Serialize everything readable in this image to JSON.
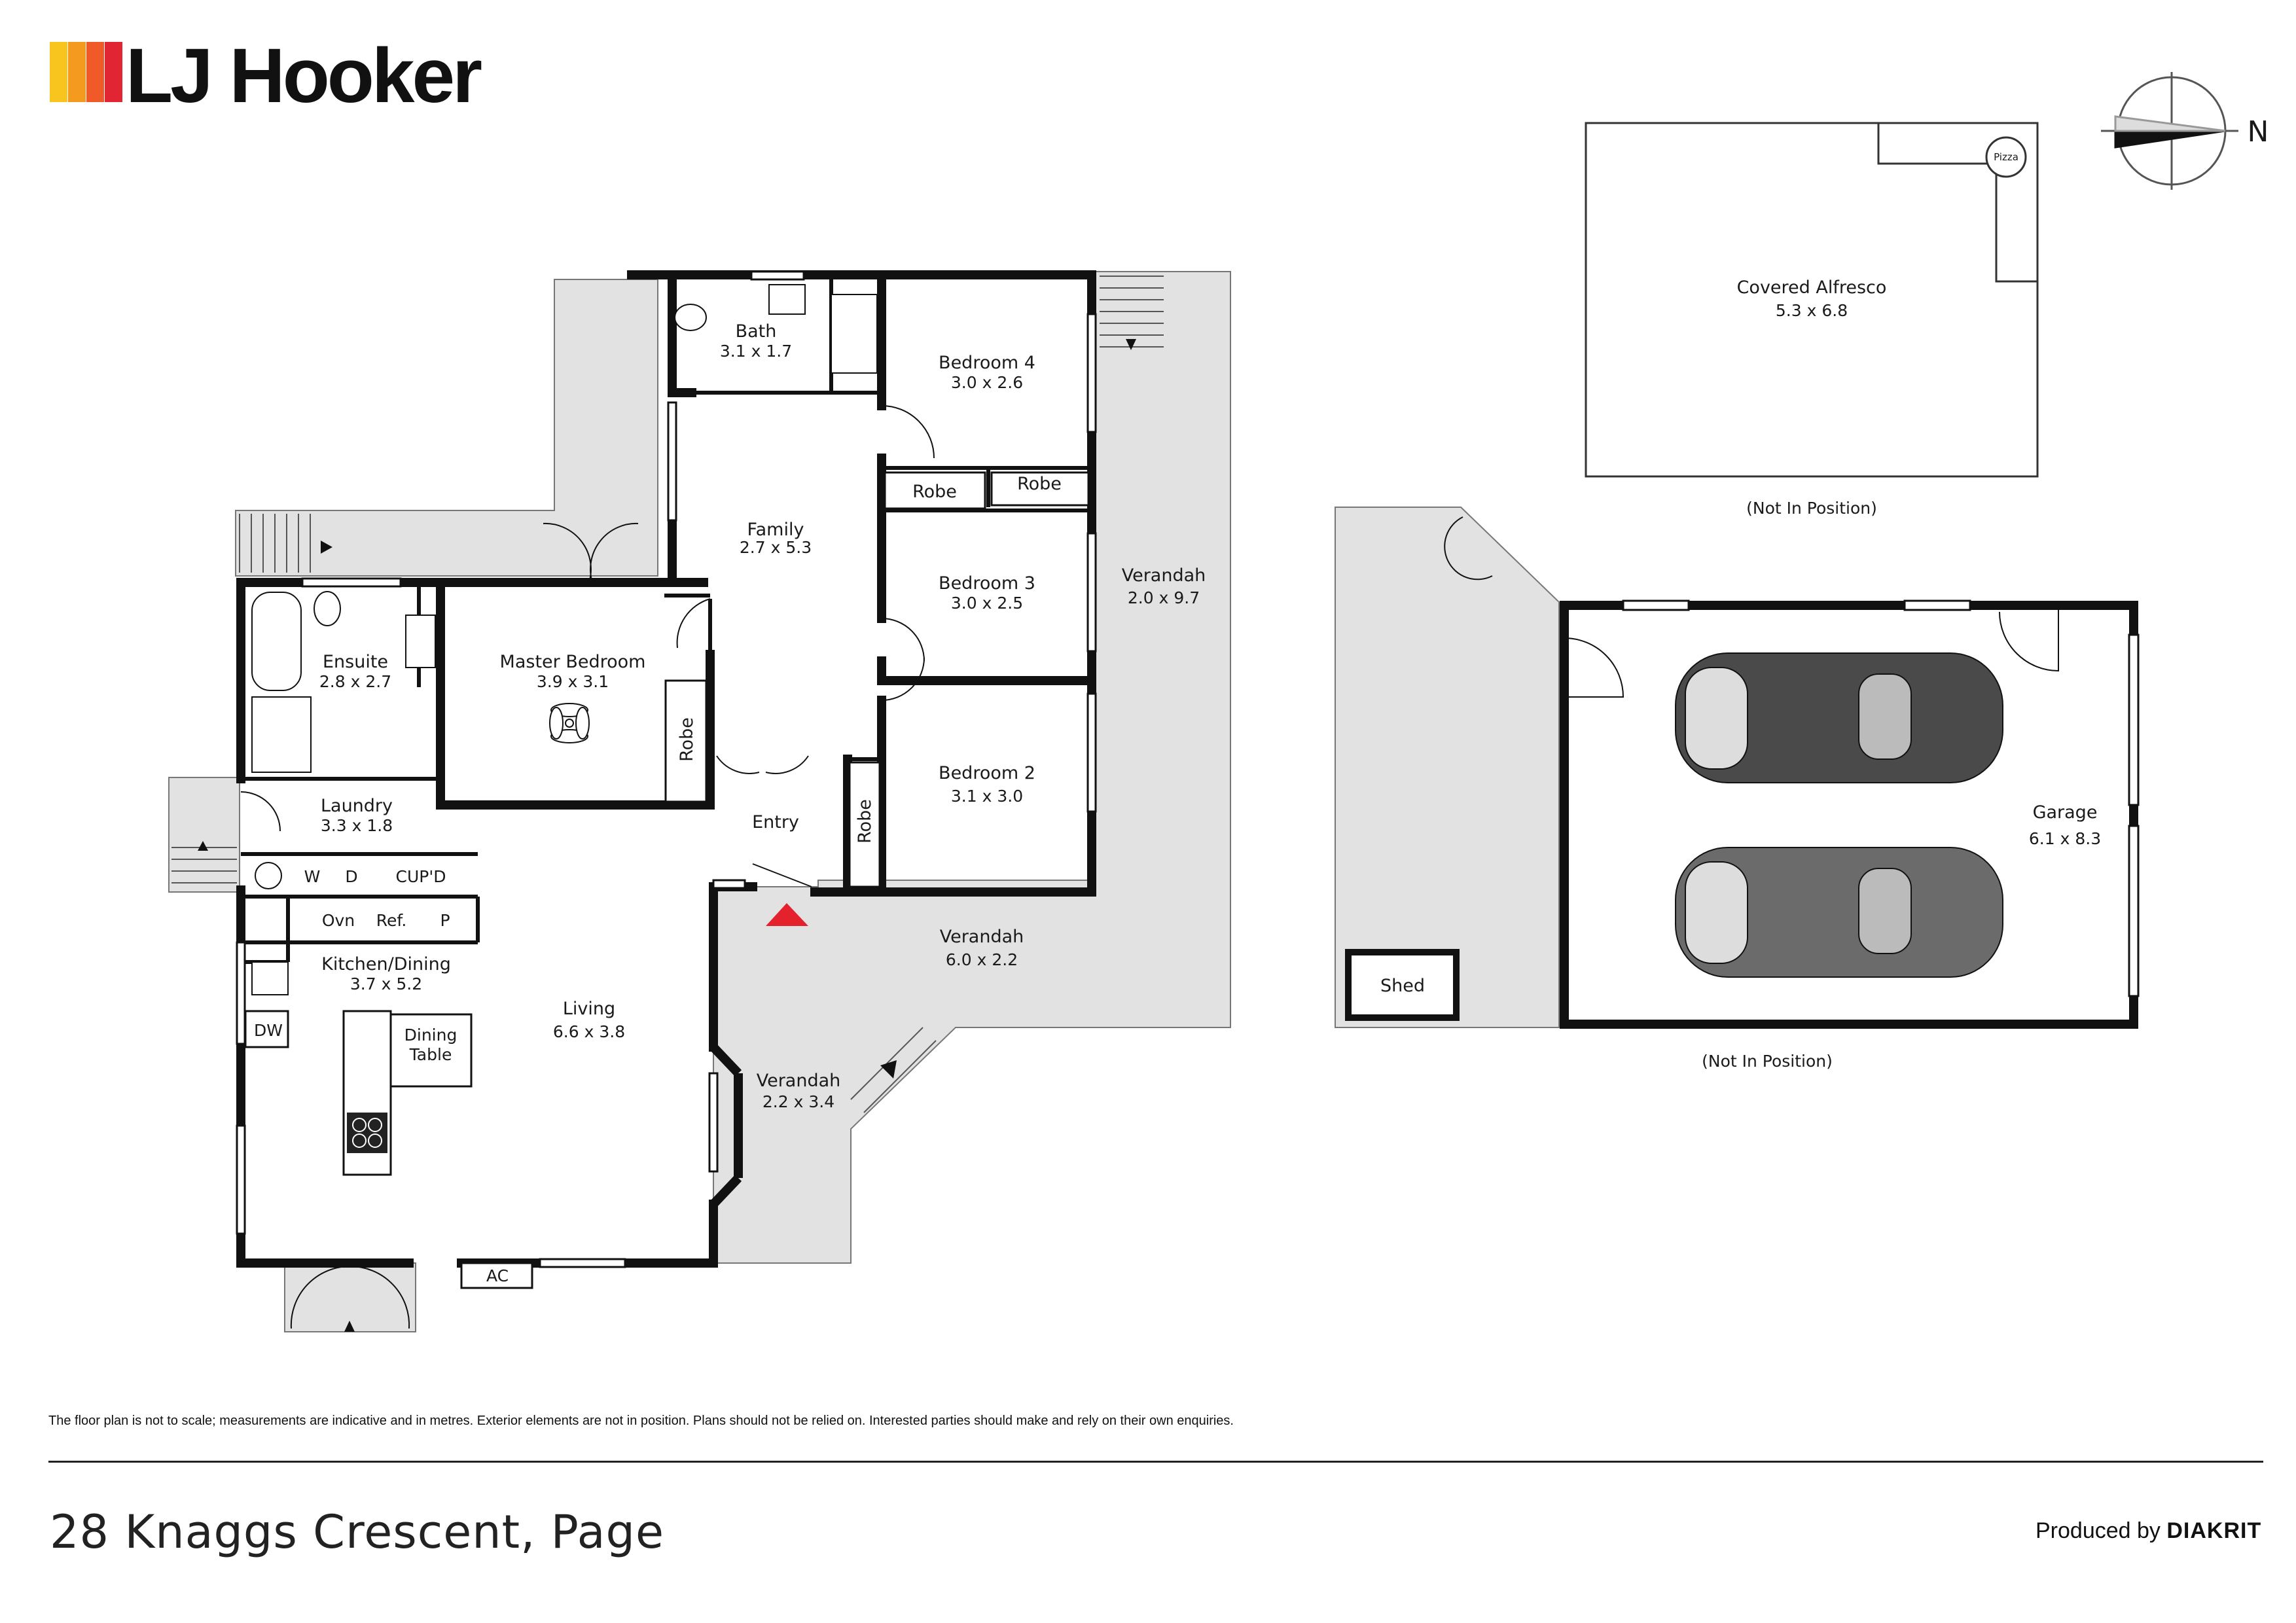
{
  "brand": {
    "name": "LJ Hooker",
    "bar_colors": [
      "#f7c51e",
      "#f39a1f",
      "#ef5a28",
      "#e12533"
    ]
  },
  "compass": {
    "label": "N"
  },
  "rooms": {
    "bath": {
      "name": "Bath",
      "dims": "3.1 x 1.7"
    },
    "bedroom4": {
      "name": "Bedroom 4",
      "dims": "3.0 x 2.6"
    },
    "family": {
      "name": "Family",
      "dims": "2.7 x 5.3"
    },
    "bedroom3": {
      "name": "Bedroom 3",
      "dims": "3.0 x 2.5"
    },
    "bedroom2": {
      "name": "Bedroom 2",
      "dims": "3.1 x 3.0"
    },
    "ensuite": {
      "name": "Ensuite",
      "dims": "2.8 x 2.7"
    },
    "master": {
      "name": "Master Bedroom",
      "dims": "3.9 x 3.1"
    },
    "laundry": {
      "name": "Laundry",
      "dims": "3.3 x 1.8"
    },
    "kitchen": {
      "name": "Kitchen/Dining",
      "dims": "3.7 x 5.2"
    },
    "living": {
      "name": "Living",
      "dims": "6.6 x 3.8"
    },
    "entry": {
      "name": "Entry"
    },
    "verandah_east": {
      "name": "Verandah",
      "dims": "2.0 x 9.7"
    },
    "verandah_front": {
      "name": "Verandah",
      "dims": "6.0 x 2.2"
    },
    "verandah_sw": {
      "name": "Verandah",
      "dims": "2.2 x 3.4"
    },
    "alfresco": {
      "name": "Covered Alfresco",
      "dims": "5.3 x 6.8"
    },
    "garage": {
      "name": "Garage",
      "dims": "6.1 x 8.3"
    },
    "shed": {
      "name": "Shed"
    }
  },
  "labels": {
    "robe": "Robe",
    "w": "W",
    "d": "D",
    "cupd": "CUP'D",
    "ovn": "Ovn",
    "ref": "Ref.",
    "p": "P",
    "dw": "DW",
    "dining_table_1": "Dining",
    "dining_table_2": "Table",
    "ac": "AC",
    "pizza": "Pizza",
    "not_in_position": "(Not In Position)"
  },
  "footer": {
    "disclaimer": "The floor plan is not to scale; measurements are indicative and in metres. Exterior elements are not in position. Plans should not be relied on. Interested parties should make and rely on their own enquiries.",
    "address": "28 Knaggs Crescent, Page",
    "produced_by": "Produced by",
    "producer": "DIAKRIT"
  },
  "colors": {
    "wall": "#111111",
    "outdoor_fill": "#e2e2e2",
    "entry_marker": "#e3222d",
    "car_dark": "#4a4a4a",
    "car_mid": "#6b6b6b"
  }
}
